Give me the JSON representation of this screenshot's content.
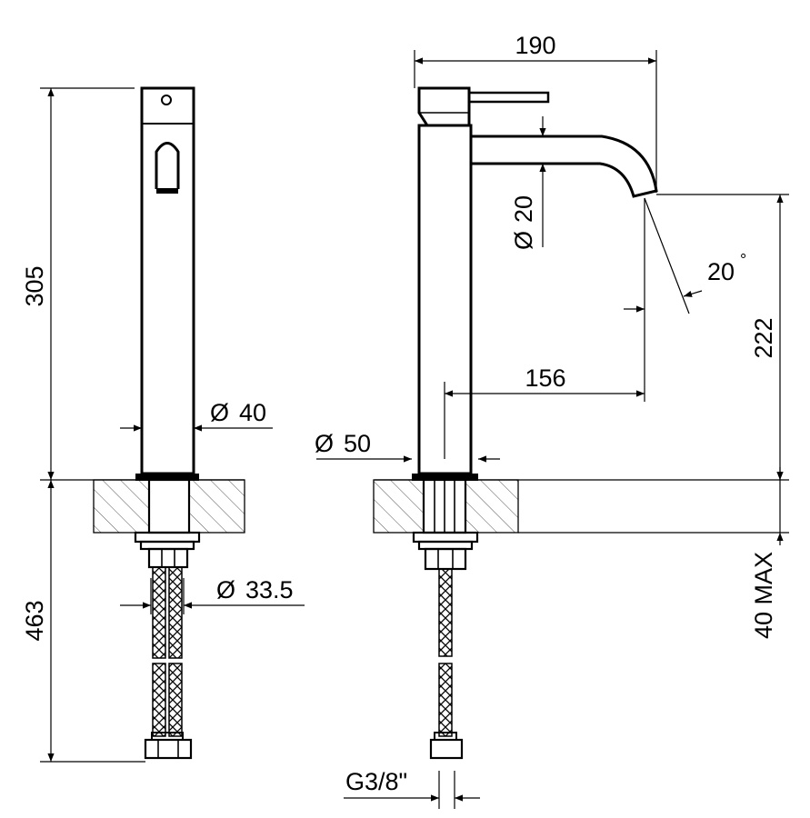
{
  "drawing": {
    "left_view": {
      "height_label": "305",
      "hose_label": "463",
      "body_diameter": "40",
      "hose_diameter": "33.5",
      "diameter_symbol": "Ø"
    },
    "right_view": {
      "width_label": "190",
      "spout_diameter": "20",
      "angle_value": "20",
      "angle_unit": "°",
      "reach_label": "156",
      "base_diameter": "50",
      "spout_height": "222",
      "deck_thickness": "40 MAX",
      "thread": "G3/8\"",
      "diameter_symbol": "Ø"
    }
  }
}
